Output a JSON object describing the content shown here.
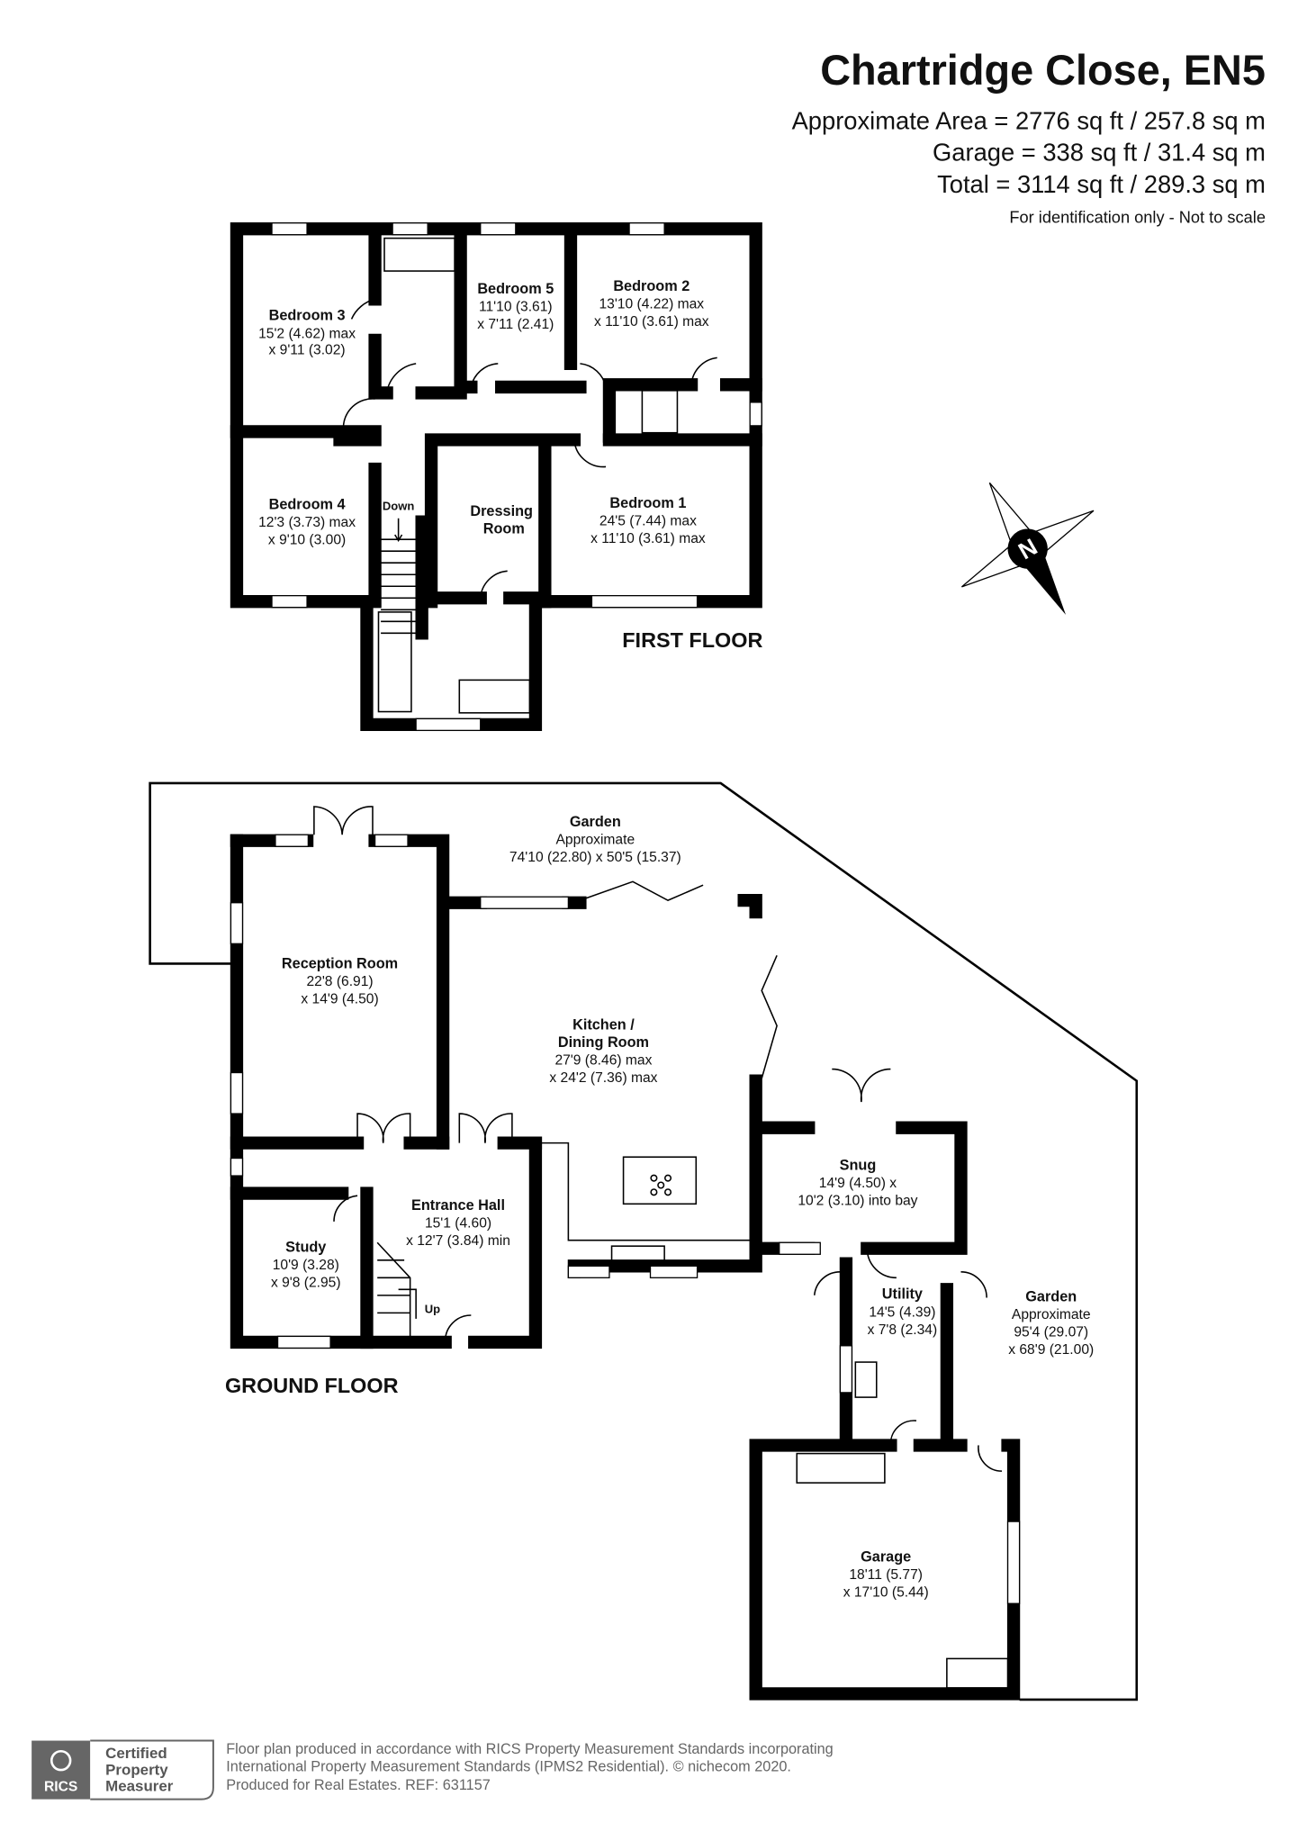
{
  "header": {
    "title": "Chartridge Close, EN5",
    "area_lines": [
      "Approximate Area = 2776 sq ft / 257.8 sq m",
      "Garage = 338 sq ft / 31.4 sq m",
      "Total = 3114 sq ft / 289.3 sq m"
    ],
    "note": "For identification only - Not to scale"
  },
  "first_floor": {
    "label": "FIRST FLOOR",
    "stairs_label": "Down",
    "rooms": [
      {
        "name": "Bedroom 3",
        "dims": [
          "15'2 (4.62) max",
          "x 9'11 (3.02)"
        ]
      },
      {
        "name": "Bedroom 5",
        "dims": [
          "11'10 (3.61)",
          "x 7'11 (2.41)"
        ]
      },
      {
        "name": "Bedroom 2",
        "dims": [
          "13'10 (4.22) max",
          "x 11'10 (3.61) max"
        ]
      },
      {
        "name": "Bedroom 4",
        "dims": [
          "12'3 (3.73) max",
          "x 9'10 (3.00)"
        ]
      },
      {
        "name": "Dressing",
        "dims": [
          "Room"
        ]
      },
      {
        "name": "Bedroom 1",
        "dims": [
          "24'5 (7.44) max",
          "x 11'10 (3.61) max"
        ]
      }
    ]
  },
  "ground_floor": {
    "label": "GROUND FLOOR",
    "stairs_label": "Up",
    "rooms": [
      {
        "name": "Garden",
        "dims": [
          "Approximate",
          "74'10 (22.80) x 50'5 (15.37)"
        ]
      },
      {
        "name": "Reception Room",
        "dims": [
          "22'8 (6.91)",
          "x 14'9 (4.50)"
        ]
      },
      {
        "name": "Kitchen /",
        "dims": [
          "Dining Room",
          "27'9 (8.46) max",
          "x 24'2 (7.36) max"
        ]
      },
      {
        "name": "Snug",
        "dims": [
          "14'9 (4.50) x",
          "10'2 (3.10) into bay"
        ]
      },
      {
        "name": "Entrance Hall",
        "dims": [
          "15'1 (4.60)",
          "x 12'7 (3.84) min"
        ]
      },
      {
        "name": "Study",
        "dims": [
          "10'9 (3.28)",
          "x 9'8 (2.95)"
        ]
      },
      {
        "name": "Utility",
        "dims": [
          "14'5 (4.39)",
          "x 7'8 (2.34)"
        ]
      },
      {
        "name": "Garden",
        "dims": [
          "Approximate",
          "95'4 (29.07)",
          "x 68'9 (21.00)"
        ]
      },
      {
        "name": "Garage",
        "dims": [
          "18'11 (5.77)",
          "x 17'10 (5.44)"
        ]
      }
    ]
  },
  "compass": {
    "label": "N"
  },
  "footer": {
    "logo": {
      "brand": "RICS",
      "badge_lines": [
        "Certified",
        "Property",
        "Measurer"
      ]
    },
    "lines": [
      "Floor plan produced in accordance with RICS Property Measurement Standards incorporating",
      "International Property Measurement Standards (IPMS2 Residential).   © nichecom 2020.",
      "Produced for Real Estates.   REF: 631157"
    ]
  }
}
